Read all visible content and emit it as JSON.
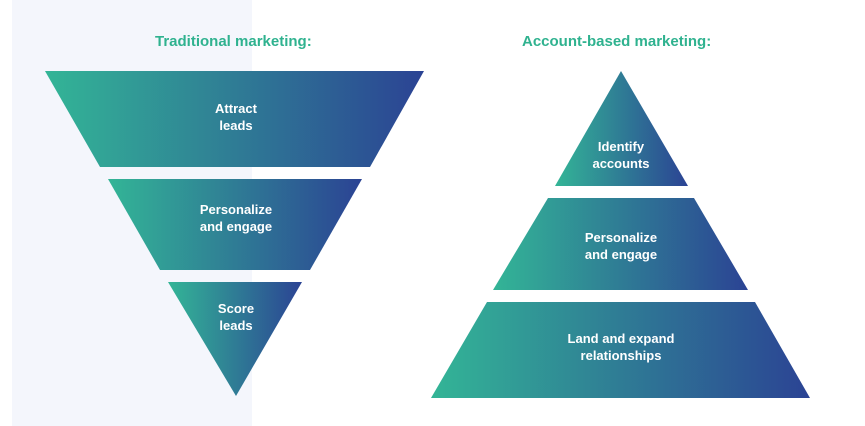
{
  "colors": {
    "heading": "#2fb28f",
    "gradient_start": "#33b596",
    "gradient_end": "#2b4394",
    "label": "#ffffff",
    "panel": "#f4f6fc"
  },
  "traditional": {
    "title": "Traditional marketing:",
    "stages": [
      {
        "line1": "Attract",
        "line2": "leads"
      },
      {
        "line1": "Personalize",
        "line2": "and engage"
      },
      {
        "line1": "Score",
        "line2": "leads"
      }
    ]
  },
  "account_based": {
    "title": "Account-based marketing:",
    "stages": [
      {
        "line1": "Identify",
        "line2": "accounts"
      },
      {
        "line1": "Personalize",
        "line2": "and engage"
      },
      {
        "line1": "Land and expand",
        "line2": "relationships"
      }
    ]
  }
}
